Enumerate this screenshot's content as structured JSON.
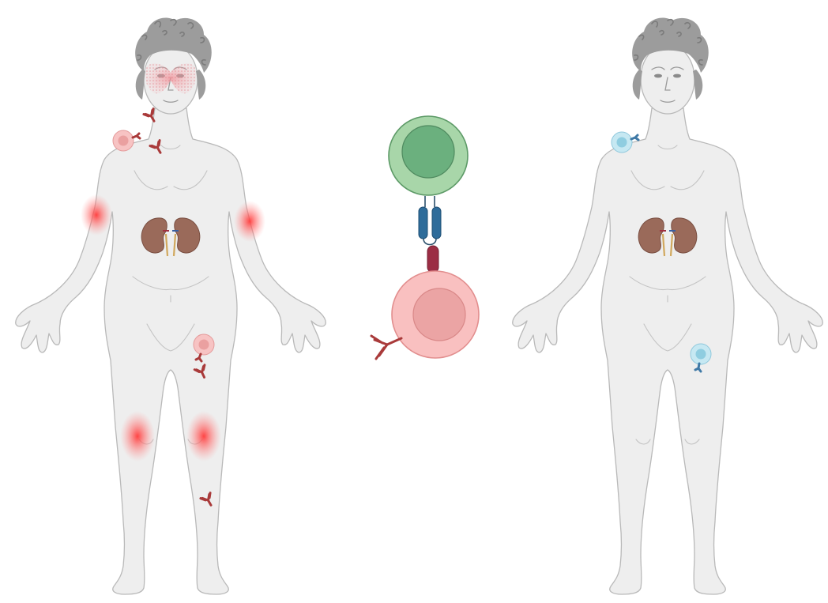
{
  "figures": [
    {
      "id": "patient-with-autoimmune-disease",
      "state": "inflamed"
    },
    {
      "id": "healthy-person",
      "state": "healthy"
    }
  ],
  "colors": {
    "skin": "#eeeeee",
    "outline": "#b9b9b9",
    "hair": "#9c9c9c",
    "inflammation": "#ff4a4a",
    "malar_rash": "#f4a5aa",
    "autoreactive_cell": "#f7b8b8",
    "autoreactive_nucleus": "#eaa0a0",
    "antibody": "#a93a3a",
    "healthy_cell": "#c6e8f2",
    "healthy_nucleus": "#8fcde0",
    "healthy_receptor": "#3f79a6",
    "t_cell": "#a8d6a9",
    "t_cell_nucleus": "#6bb07e",
    "tcr": "#2e6c9a",
    "mhc": "#9b2d44",
    "b_cell": "#f9c0c0",
    "b_cell_nucleus": "#eba4a4",
    "kidney": "#9a6a5a",
    "ureter": "#d1a85d"
  },
  "icons": [
    "human-body-icon",
    "kidney-icon",
    "antibody-icon",
    "b-cell-icon",
    "t-cell-icon",
    "immune-synapse-icon"
  ]
}
